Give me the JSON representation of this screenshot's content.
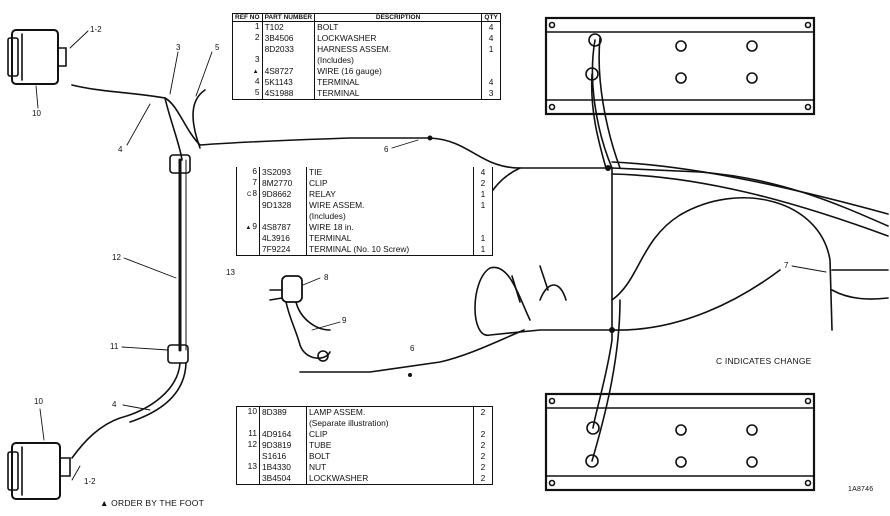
{
  "table_a": {
    "headers": [
      "REF NO",
      "PART NUMBER",
      "DESCRIPTION",
      "QTY"
    ],
    "rows": [
      {
        "ref": "1",
        "mark": "",
        "part": "T102",
        "desc": "BOLT",
        "qty": "4"
      },
      {
        "ref": "2",
        "mark": "",
        "part": "3B4506",
        "desc": "LOCKWASHER",
        "qty": "4"
      },
      {
        "ref": "",
        "mark": "",
        "part": "8D2033",
        "desc": "HARNESS ASSEM.",
        "qty": "1"
      },
      {
        "ref": "3",
        "mark": "",
        "part": "",
        "desc": "(Includes)",
        "qty": ""
      },
      {
        "ref": "",
        "mark": "▲",
        "part": "4S8727",
        "desc": "WIRE (16 gauge)",
        "qty": ""
      },
      {
        "ref": "4",
        "mark": "",
        "part": "5K1143",
        "desc": "TERMINAL",
        "qty": "4"
      },
      {
        "ref": "5",
        "mark": "",
        "part": "4S1988",
        "desc": "TERMINAL",
        "qty": "3"
      }
    ]
  },
  "table_b": {
    "rows": [
      {
        "ref": "6",
        "mark": "",
        "part": "3S2093",
        "desc": "TIE",
        "qty": "4"
      },
      {
        "ref": "7",
        "mark": "",
        "part": "8M2770",
        "desc": "CLIP",
        "qty": "2"
      },
      {
        "ref": "8",
        "mark": "C",
        "part": "9D8662",
        "desc": "RELAY",
        "qty": "1"
      },
      {
        "ref": "",
        "mark": "",
        "part": "9D1328",
        "desc": "WIRE ASSEM.",
        "qty": "1"
      },
      {
        "ref": "",
        "mark": "",
        "part": "",
        "desc": "(Includes)",
        "qty": ""
      },
      {
        "ref": "9",
        "mark": "▲",
        "part": "4S8787",
        "desc": "WIRE 18 in.",
        "qty": ""
      },
      {
        "ref": "",
        "mark": "",
        "part": "4L3916",
        "desc": "TERMINAL",
        "qty": "1"
      },
      {
        "ref": "",
        "mark": "",
        "part": "7F9224",
        "desc": "TERMINAL (No. 10 Screw)",
        "qty": "1"
      }
    ]
  },
  "table_c": {
    "rows": [
      {
        "ref": "10",
        "mark": "",
        "part": "8D389",
        "desc": "LAMP ASSEM.",
        "qty": "2"
      },
      {
        "ref": "",
        "mark": "",
        "part": "",
        "desc": "(Separate illustration)",
        "qty": ""
      },
      {
        "ref": "11",
        "mark": "",
        "part": "4D9164",
        "desc": "CLIP",
        "qty": "2"
      },
      {
        "ref": "12",
        "mark": "",
        "part": "9D3819",
        "desc": "TUBE",
        "qty": "2"
      },
      {
        "ref": "",
        "mark": "",
        "part": "S1616",
        "desc": "BOLT",
        "qty": "2"
      },
      {
        "ref": "13",
        "mark": "",
        "part": "1B4330",
        "desc": "NUT",
        "qty": "2"
      },
      {
        "ref": "",
        "mark": "",
        "part": "3B4504",
        "desc": "LOCKWASHER",
        "qty": "2"
      }
    ]
  },
  "callouts": {
    "c1_2_top": "1-2",
    "c10_top": "10",
    "c3": "3",
    "c5": "5",
    "c4_top": "4",
    "c6_mid": "6",
    "c12": "12",
    "c11": "11",
    "c13": "13",
    "c8": "8",
    "c9": "9",
    "c6_low": "6",
    "c7": "7",
    "c10_bot": "10",
    "c4_bot": "4",
    "c1_2_bot": "1-2"
  },
  "notes": {
    "change": "C INDICATES CHANGE",
    "order": "▲ ORDER BY THE FOOT",
    "figure_no": "1A8746"
  }
}
